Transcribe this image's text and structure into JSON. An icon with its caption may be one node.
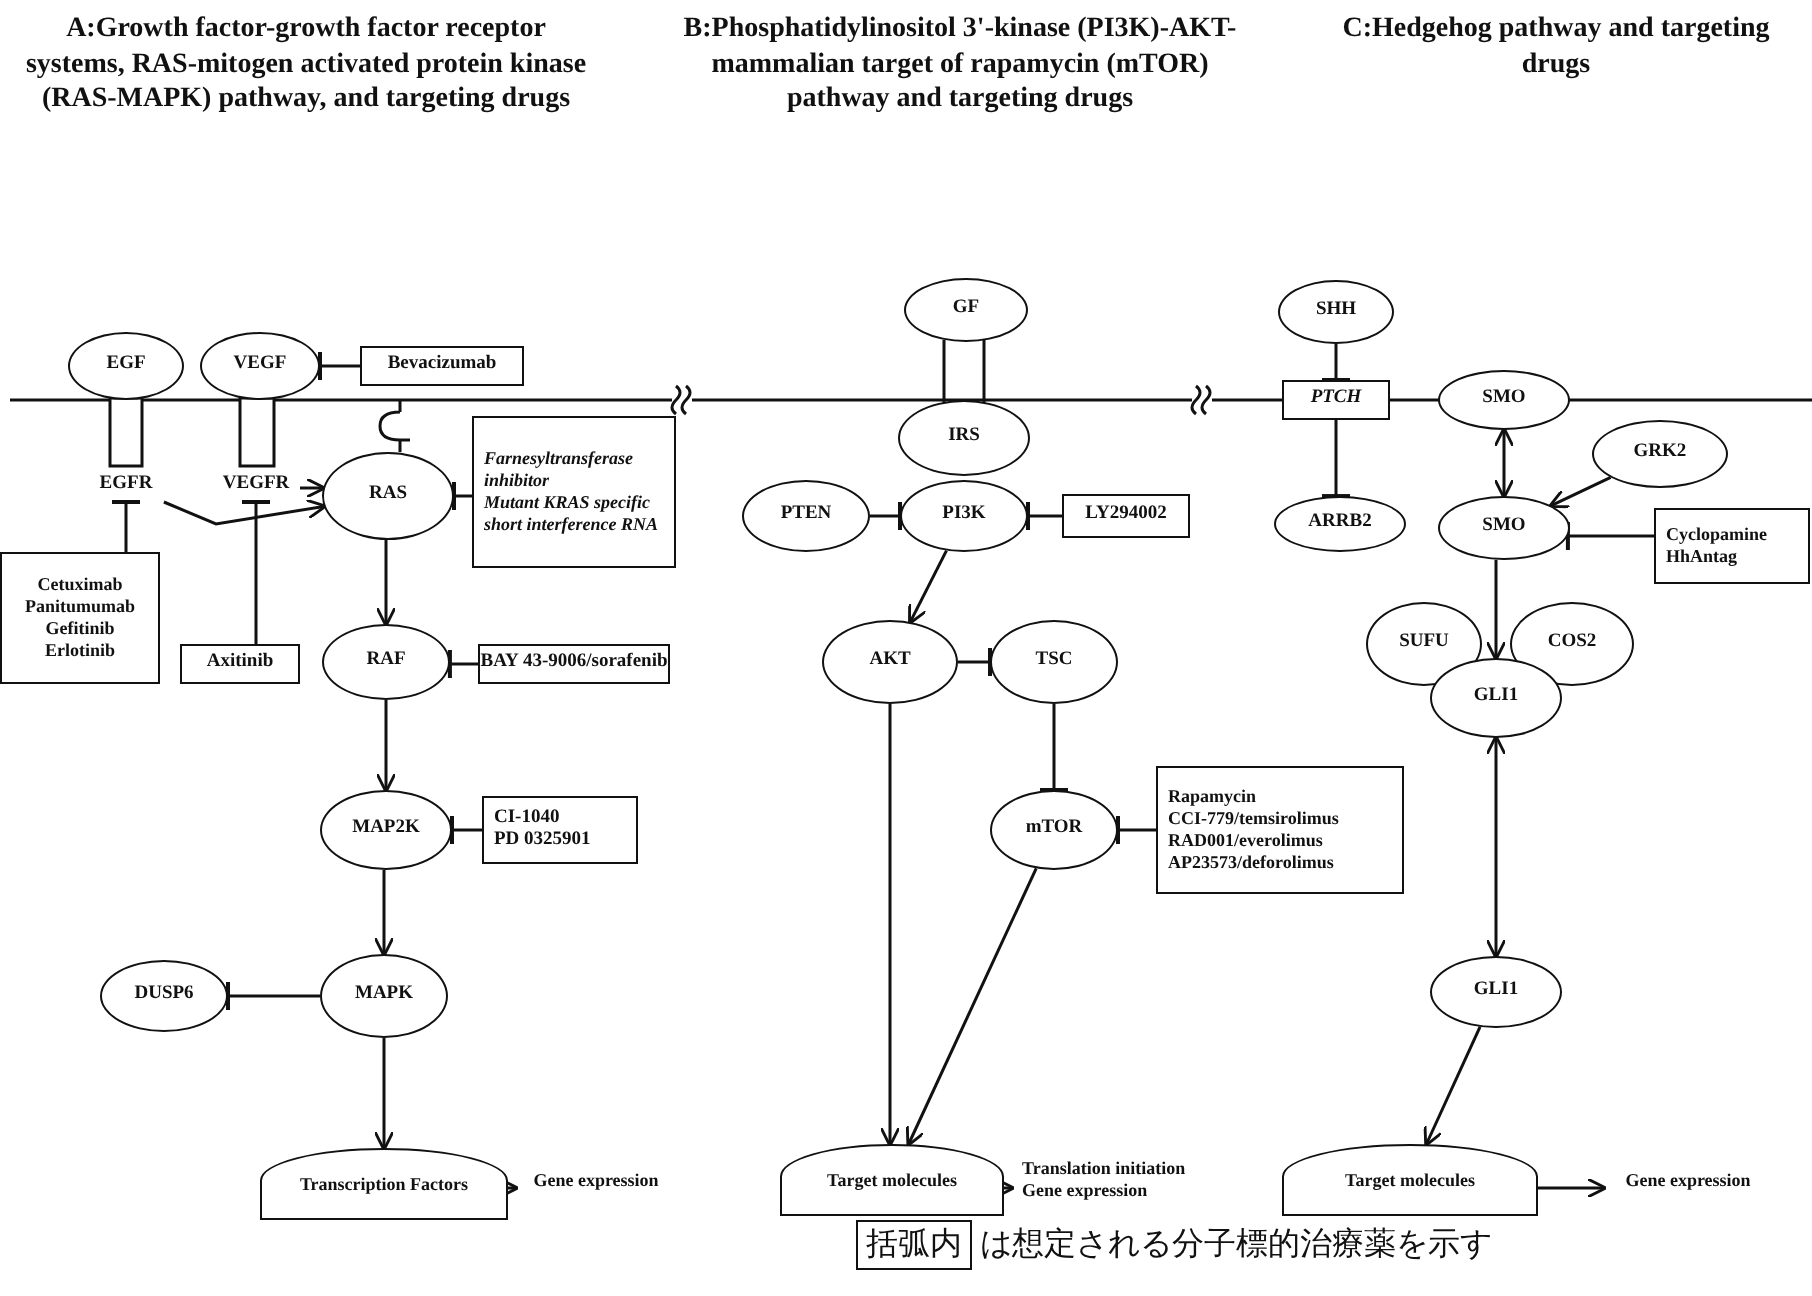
{
  "diagram": {
    "nodes": [
      {
        "text": [
          "EGF"
        ]
      },
      {
        "text": [
          "VEGF"
        ]
      },
      {
        "text": [
          "Bevacizumab"
        ]
      },
      {
        "text": [
          "EGFR"
        ]
      },
      {
        "text": [
          "VEGFR"
        ]
      },
      {
        "text": [
          "RAS"
        ]
      },
      {
        "text": [
          "Farnesyltransferase inhibitor",
          "Mutant *KRAS* specific short interference RNA"
        ]
      },
      {
        "text": [
          "Cetuximab",
          "Panitumumab",
          "Gefitinib",
          "Erlotinib"
        ]
      },
      {
        "text": [
          "Axitinib"
        ]
      },
      {
        "text": [
          "RAF"
        ]
      },
      {
        "text": [
          "BAY 43-9006/sorafenib"
        ]
      },
      {
        "text": [
          "MAP2K"
        ]
      },
      {
        "text": [
          "CI-1040",
          "PD 0325901"
        ]
      },
      {
        "text": [
          "MAPK"
        ]
      },
      {
        "text": [
          "DUSP6"
        ]
      },
      {
        "text": [
          "Transcription Factors"
        ]
      },
      {
        "text": [
          "Gene expression"
        ]
      },
      {
        "text": [
          "GF"
        ]
      },
      {
        "text": [
          "IRS"
        ]
      },
      {
        "text": [
          "PTEN"
        ]
      },
      {
        "text": [
          "PI3K"
        ]
      },
      {
        "text": [
          "LY294002"
        ]
      },
      {
        "text": [
          "AKT"
        ]
      },
      {
        "text": [
          "TSC"
        ]
      },
      {
        "text": [
          "mTOR"
        ]
      },
      {
        "text": [
          "Rapamycin",
          "CCI-779/temsirolimus",
          "RAD001/everolimus",
          "AP23573/deforolimus"
        ]
      },
      {
        "text": [
          "Target molecules"
        ]
      },
      {
        "text": [
          "Translation initiation",
          "Gene expression"
        ]
      },
      {
        "text": [
          "SHH"
        ]
      },
      {
        "text": [
          "PTCH"
        ]
      },
      {
        "text": [
          "ARRB2"
        ]
      },
      {
        "text": [
          "SMO"
        ]
      },
      {
        "text": [
          "GRK2"
        ]
      },
      {
        "text": [
          "SMO"
        ]
      },
      {
        "text": [
          "Cyclopamine",
          "HhAntag"
        ]
      },
      {
        "text": [
          "SUFU"
        ]
      },
      {
        "text": [
          "COS2"
        ]
      },
      {
        "text": [
          "GLI1"
        ]
      },
      {
        "text": [
          "GLI1"
        ]
      },
      {
        "text": [
          "Target molecules"
        ]
      },
      {
        "text": [
          "Gene expression"
        ]
      },
      {
        "text": [
          "括弧内"
        ],
        "beside": [
          "は想定される分子標的治療薬を示す"
        ]
      }
    ],
    "edges": [
      {
        "from": 2,
        "to": 1,
        "arrow": "other"
      },
      {
        "from": 7,
        "to": 3,
        "arrow": "other"
      },
      {
        "from": 8,
        "to": 4,
        "arrow": "other"
      },
      {
        "from": 3,
        "to": 5,
        "arrow": "to"
      },
      {
        "from": 4,
        "to": 5,
        "arrow": "to"
      },
      {
        "from": 6,
        "to": 5,
        "arrow": "other"
      },
      {
        "from": 5,
        "to": 9,
        "arrow": "to"
      },
      {
        "from": 10,
        "to": 9,
        "arrow": "other"
      },
      {
        "from": 9,
        "to": 11,
        "arrow": "to"
      },
      {
        "from": 12,
        "to": 11,
        "arrow": "other"
      },
      {
        "from": 11,
        "to": 13,
        "arrow": "to"
      },
      {
        "from": 13,
        "to": 14,
        "arrow": "other"
      },
      {
        "from": 13,
        "to": 15,
        "arrow": "to"
      },
      {
        "from": 15,
        "to": 16,
        "arrow": "to"
      },
      {
        "from": 19,
        "to": 20,
        "arrow": "other"
      },
      {
        "from": 21,
        "to": 20,
        "arrow": "other"
      },
      {
        "from": 20,
        "to": 22,
        "arrow": "to"
      },
      {
        "from": 22,
        "to": 23,
        "arrow": "other"
      },
      {
        "from": 23,
        "to": 24,
        "arrow": "other"
      },
      {
        "from": 25,
        "to": 24,
        "arrow": "other"
      },
      {
        "from": 22,
        "to": 26,
        "arrow": "to"
      },
      {
        "from": 24,
        "to": 26,
        "arrow": "to"
      },
      {
        "from": 26,
        "to": 27,
        "arrow": "to"
      },
      {
        "from": 28,
        "to": 29,
        "arrow": "other"
      },
      {
        "from": 29,
        "to": 30,
        "arrow": "other"
      },
      {
        "from": 31,
        "to": 33,
        "arrow": "both"
      },
      {
        "from": 32,
        "to": 33,
        "arrow": "to"
      },
      {
        "from": 34,
        "to": 33,
        "arrow": "other"
      },
      {
        "from": 33,
        "to": 37,
        "arrow": "to"
      },
      {
        "from": 37,
        "to": 38,
        "arrow": "both"
      },
      {
        "from": 38,
        "to": 39,
        "arrow": "to"
      },
      {
        "from": 39,
        "to": 40,
        "arrow": "to"
      }
    ],
    "labels": [
      "A:Growth factor-growth factor receptor systems, RAS-mitogen activated protein kinase (RAS-MAPK) pathway, and targeting drugs",
      "B:Phosphatidylinositol 3'-kinase (PI3K)-AKT- mammalian target of rapamycin (mTOR) pathway and targeting drugs",
      "C:Hedgehog pathway and targeting drugs"
    ]
  }
}
